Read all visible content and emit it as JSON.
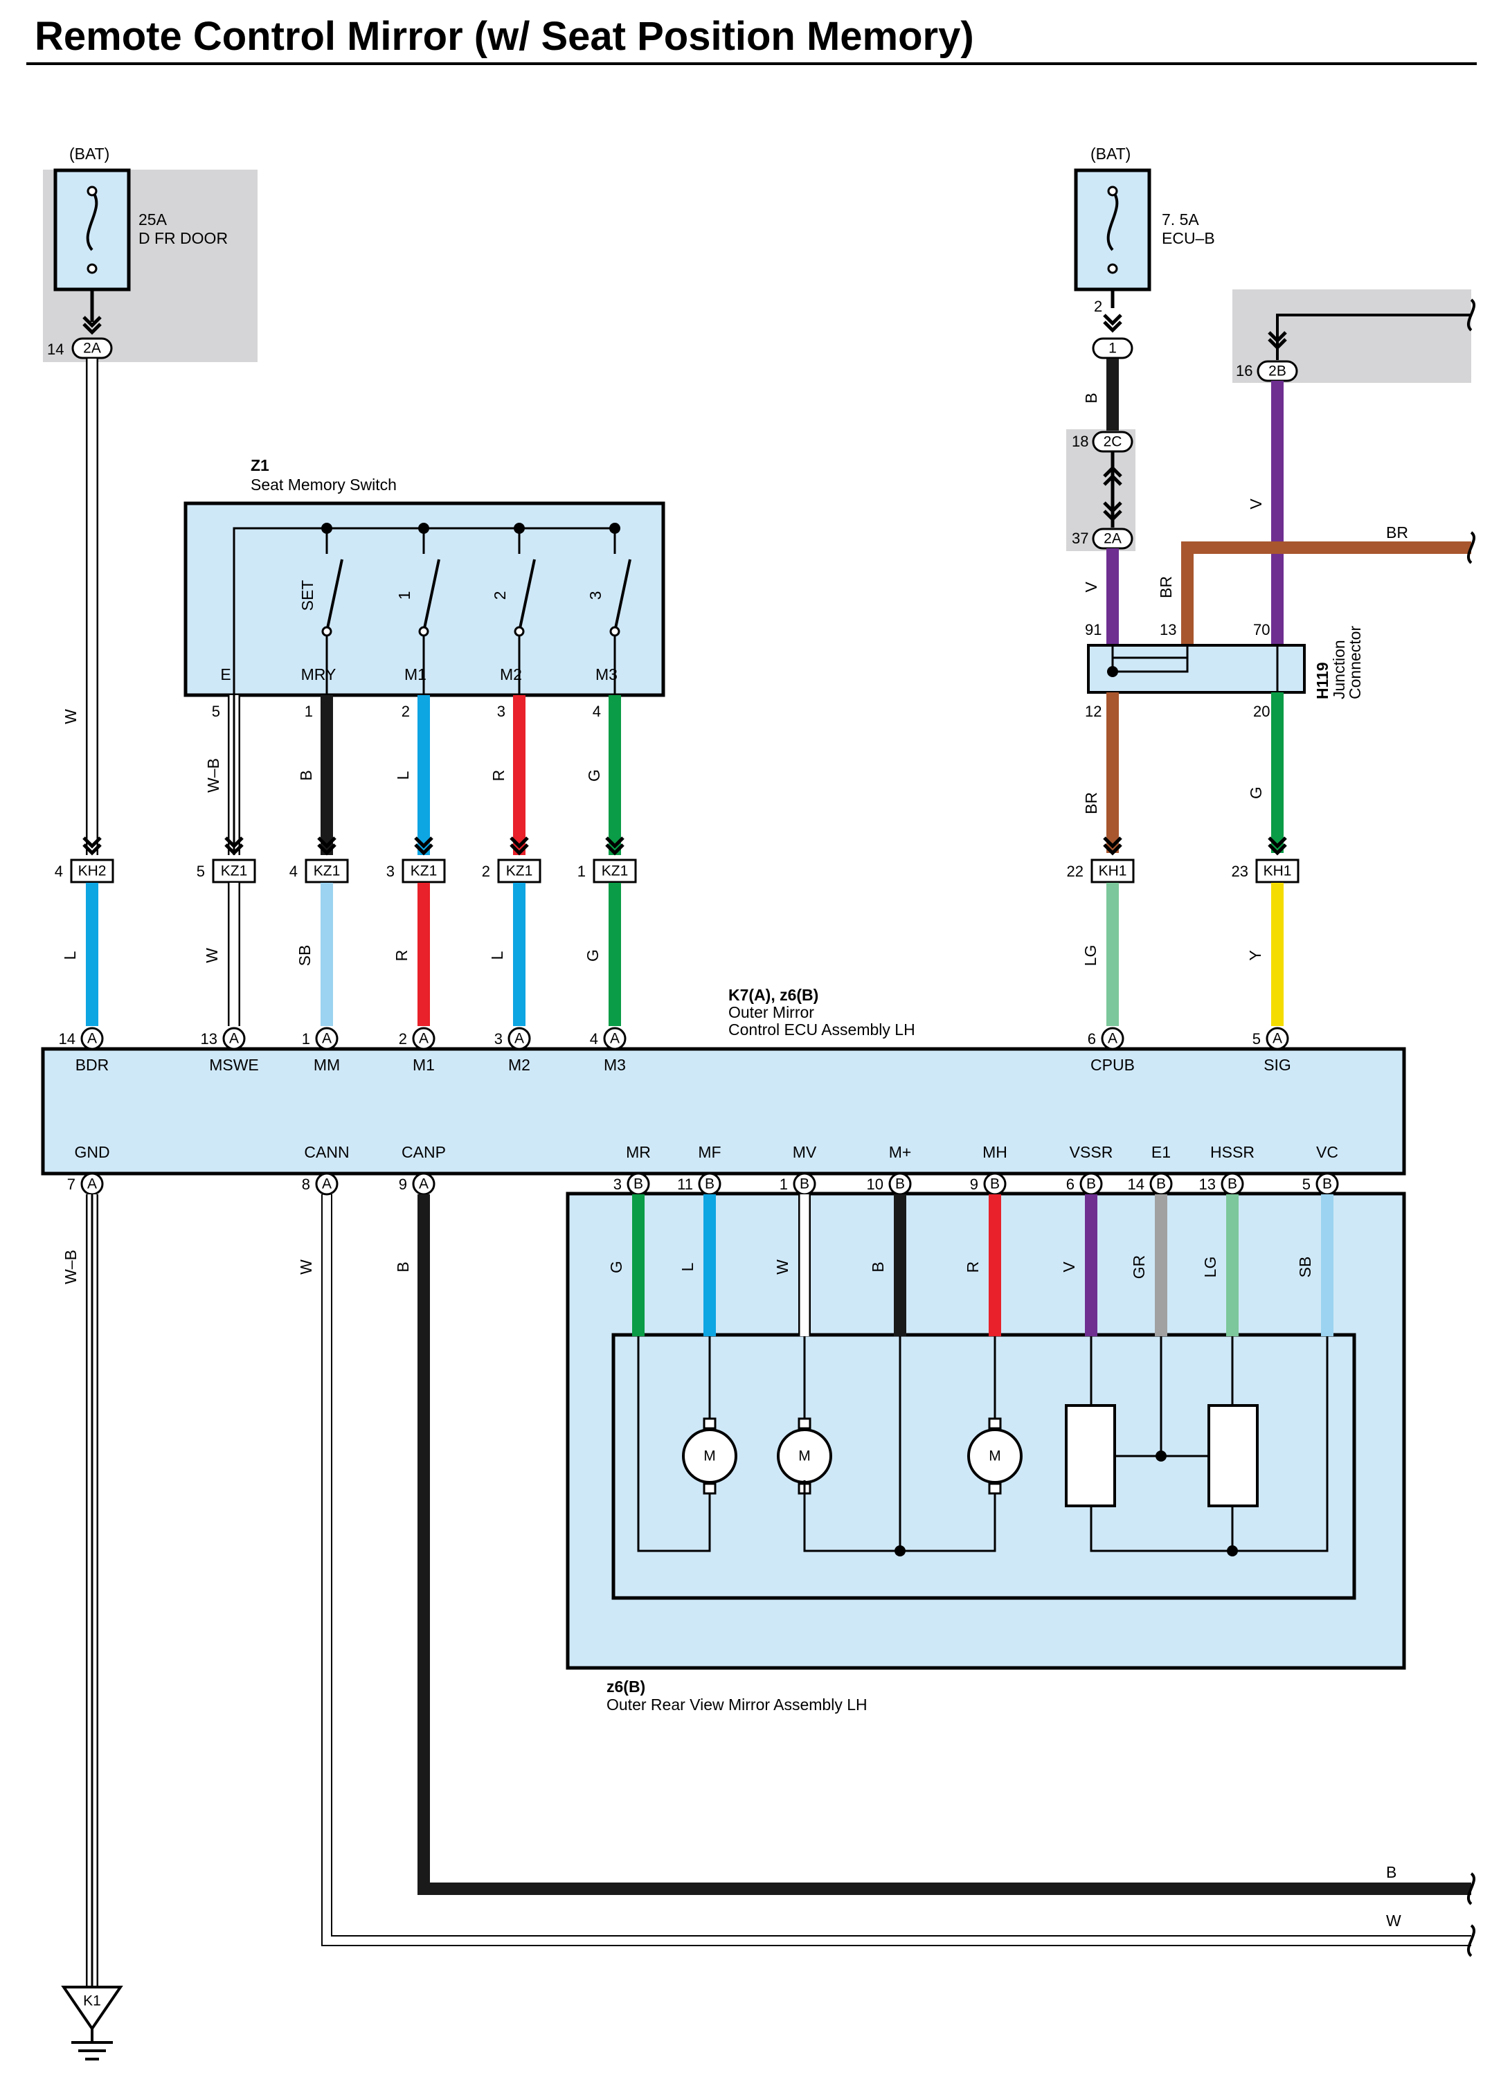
{
  "title": "Remote Control Mirror (w/ Seat Position Memory)",
  "colors": {
    "W": "#ffffff",
    "B": "#1a1a1a",
    "L": "#0ea5e3",
    "R": "#e8212a",
    "G": "#0a9c46",
    "SB": "#9bd3f0",
    "BR": "#a8562e",
    "V": "#6e2f91",
    "Y": "#f5dc00",
    "LG": "#7cc79b",
    "GR": "#a1a1a1",
    "box_fill": "#cfe8f8",
    "shade": "#d5d5d7"
  },
  "left_supply": {
    "source": "(BAT)",
    "fuse_amp": "25A",
    "fuse_name": "D FR DOOR",
    "pin": "14",
    "connector": "2A"
  },
  "right_supply": {
    "source": "(BAT)",
    "fuse_amp": "7. 5A",
    "fuse_name": "ECU–B",
    "pin_top": "2",
    "connector_top": "1"
  },
  "junctions": [
    {
      "pin": "18",
      "connector": "2C"
    },
    {
      "pin": "37",
      "connector": "2A"
    },
    {
      "pin": "16",
      "connector": "2B"
    }
  ],
  "switch": {
    "id": "Z1",
    "name": "Seat Memory Switch",
    "switch_labels": [
      "SET",
      "1",
      "2",
      "3"
    ],
    "pin_names": [
      "E",
      "MRY",
      "M1",
      "M2",
      "M3"
    ],
    "pin_numbers": [
      "5",
      "1",
      "2",
      "3",
      "4"
    ],
    "wire_colors": [
      "W–B",
      "B",
      "L",
      "R",
      "G"
    ]
  },
  "junction_connector": {
    "id": "H119",
    "name_line1": "Junction",
    "name_line2": "Connector",
    "top_pins": [
      "91",
      "13",
      "70"
    ],
    "bottom_pins": [
      "12",
      "20"
    ]
  },
  "right_wires": {
    "upper_b": "B",
    "lower_v": "V",
    "br_h": "BR",
    "br_v": "BR",
    "v_right": "V",
    "br_out": "BR",
    "g_out": "G"
  },
  "interconnects": [
    {
      "pin": "4",
      "connector": "KH2",
      "wire_below": "L",
      "wire_above": "W"
    },
    {
      "pin": "5",
      "connector": "KZ1",
      "wire_below": "W"
    },
    {
      "pin": "4",
      "connector": "KZ1",
      "wire_below": "SB"
    },
    {
      "pin": "3",
      "connector": "KZ1",
      "wire_below": "R"
    },
    {
      "pin": "2",
      "connector": "KZ1",
      "wire_below": "L"
    },
    {
      "pin": "1",
      "connector": "KZ1",
      "wire_below": "G"
    },
    {
      "pin": "22",
      "connector": "KH1",
      "wire_below": "LG"
    },
    {
      "pin": "23",
      "connector": "KH1",
      "wire_below": "Y"
    }
  ],
  "ecu": {
    "id": "K7(A), z6(B)",
    "name_line1": "Outer Mirror",
    "name_line2": "Control ECU Assembly LH",
    "top_pins": [
      {
        "num": "14",
        "c": "A",
        "name": "BDR"
      },
      {
        "num": "13",
        "c": "A",
        "name": "MSWE"
      },
      {
        "num": "1",
        "c": "A",
        "name": "MM"
      },
      {
        "num": "2",
        "c": "A",
        "name": "M1"
      },
      {
        "num": "3",
        "c": "A",
        "name": "M2"
      },
      {
        "num": "4",
        "c": "A",
        "name": "M3"
      },
      {
        "num": "6",
        "c": "A",
        "name": "CPUB"
      },
      {
        "num": "5",
        "c": "A",
        "name": "SIG"
      }
    ],
    "bottom_left_pins": [
      {
        "num": "7",
        "c": "A",
        "name": "GND",
        "wire": "W–B"
      },
      {
        "num": "8",
        "c": "A",
        "name": "CANN",
        "wire": "W"
      },
      {
        "num": "9",
        "c": "A",
        "name": "CANP",
        "wire": "B"
      }
    ],
    "bottom_right_pins": [
      {
        "num": "3",
        "c": "B",
        "name": "MR",
        "wire": "G"
      },
      {
        "num": "11",
        "c": "B",
        "name": "MF",
        "wire": "L"
      },
      {
        "num": "1",
        "c": "B",
        "name": "MV",
        "wire": "W"
      },
      {
        "num": "10",
        "c": "B",
        "name": "M+",
        "wire": "B"
      },
      {
        "num": "9",
        "c": "B",
        "name": "MH",
        "wire": "R"
      },
      {
        "num": "6",
        "c": "B",
        "name": "VSSR",
        "wire": "V"
      },
      {
        "num": "14",
        "c": "B",
        "name": "E1",
        "wire": "GR"
      },
      {
        "num": "13",
        "c": "B",
        "name": "HSSR",
        "wire": "LG"
      },
      {
        "num": "5",
        "c": "B",
        "name": "VC",
        "wire": "SB"
      }
    ]
  },
  "mirror": {
    "id": "z6(B)",
    "name": "Outer Rear View Mirror Assembly LH",
    "motor_label": "M"
  },
  "can_out": {
    "b": "B",
    "w": "W"
  },
  "ground": {
    "id": "K1"
  }
}
